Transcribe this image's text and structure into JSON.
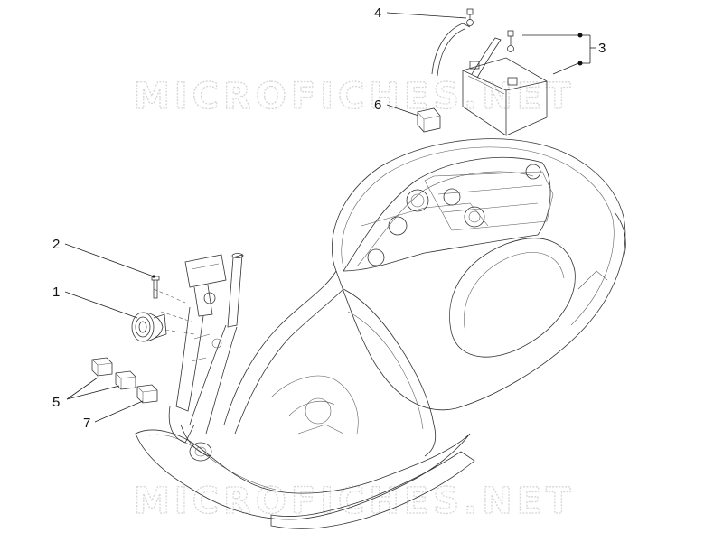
{
  "watermark": {
    "text": "MICROFICHES.NET"
  },
  "callouts": [
    {
      "id": "callout-1",
      "label": "1"
    },
    {
      "id": "callout-2",
      "label": "2"
    },
    {
      "id": "callout-3",
      "label": "3"
    },
    {
      "id": "callout-4",
      "label": "4"
    },
    {
      "id": "callout-5",
      "label": "5"
    },
    {
      "id": "callout-6",
      "label": "6"
    },
    {
      "id": "callout-7",
      "label": "7"
    }
  ],
  "icons": [
    "horn-icon",
    "battery-icon",
    "relay-icon",
    "bolt-icon",
    "vent-tube-icon",
    "scooter-frame-icon"
  ]
}
